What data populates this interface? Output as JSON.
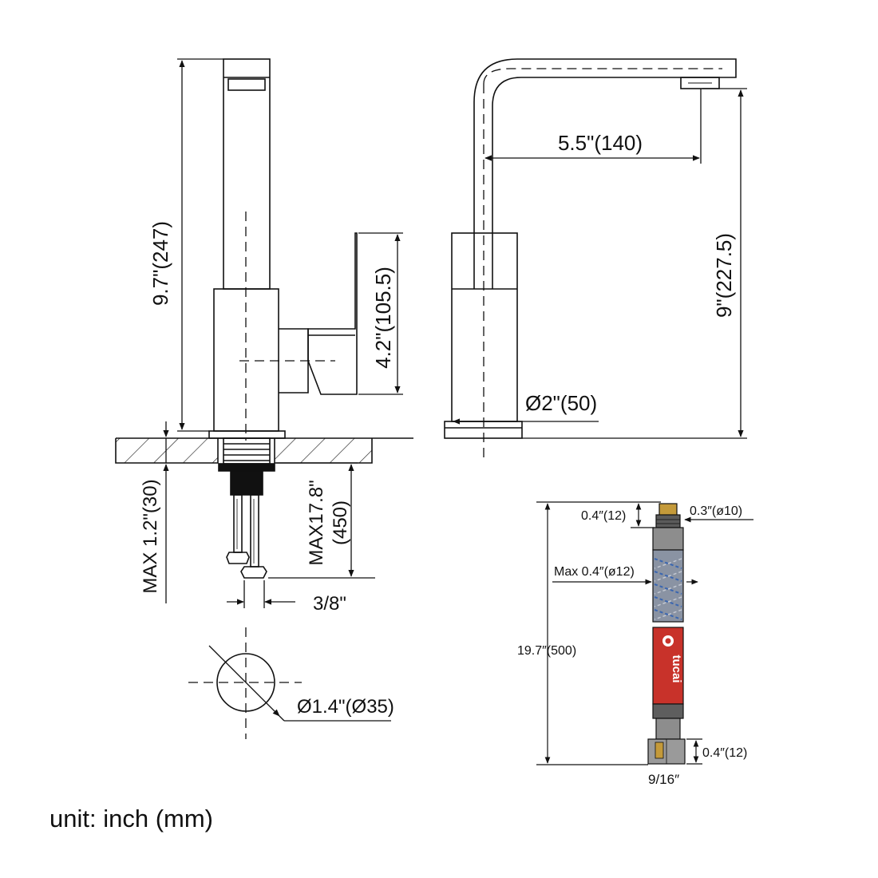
{
  "colors": {
    "line": "#111111",
    "hose_red": "#c8322a",
    "hose_braid": "#8a93a3",
    "hose_blue": "#3a66b0",
    "brass": "#c49a3a",
    "fitting_gray": "#6f6f6f"
  },
  "side_view": {
    "height_label": "9.7\"(247)",
    "handle_height_label": "4.2\"(105.5)",
    "max_thickness_label": "MAX 1.2\"(30)",
    "hose_length_label_a": "MAX17.8\"",
    "hose_length_label_b": "(450)",
    "connector_label": "3/8\""
  },
  "front_view": {
    "reach_label": "5.5\"(140)",
    "spout_height_label": "9\"(227.5)",
    "base_diameter_label": "Ø2\"(50)"
  },
  "hole": {
    "diameter_label": "Ø1.4\"(Ø35)"
  },
  "hose_detail": {
    "top_fitting_length": "0.4″(12)",
    "top_diameter": "0.3″(ø10)",
    "max_diameter": "Max 0.4″(ø12)",
    "total_length": "19.7″(500)",
    "bottom_nut_length": "0.4″(12)",
    "bottom_thread": "9/16″",
    "brand_logo_text": "tucai"
  },
  "footer": {
    "unit_label": "unit: inch (mm)"
  }
}
